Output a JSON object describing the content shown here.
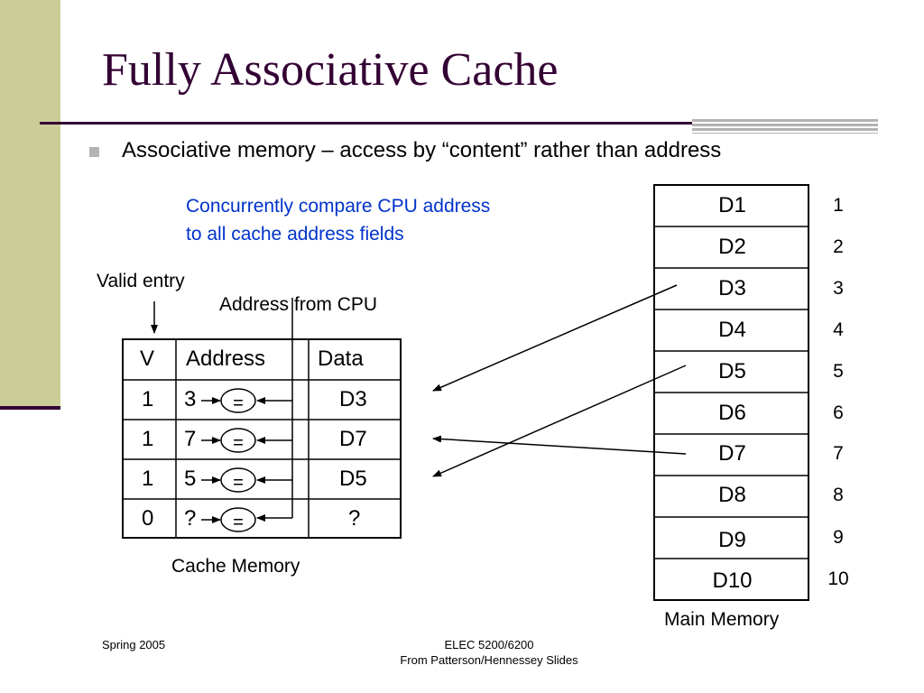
{
  "slide": {
    "title": "Fully Associative Cache",
    "bullet": "Associative memory – access by “content” rather than address",
    "note_lines": [
      "Concurrently compare CPU address",
      "to all cache address fields"
    ]
  },
  "labels": {
    "valid_entry": "Valid entry",
    "address_from_cpu": "Address from CPU",
    "cache_memory": "Cache Memory",
    "main_memory": "Main Memory"
  },
  "cache_table": {
    "headers": [
      "V",
      "Address",
      "Data"
    ],
    "compare_symbol": "=",
    "rows": [
      {
        "v": "1",
        "address": "3",
        "data": "D3"
      },
      {
        "v": "1",
        "address": "7",
        "data": "D7"
      },
      {
        "v": "1",
        "address": "5",
        "data": "D5"
      },
      {
        "v": "0",
        "address": "?",
        "data": "?"
      }
    ]
  },
  "main_memory": {
    "cells": [
      "D1",
      "D2",
      "D3",
      "D4",
      "D5",
      "D6",
      "D7",
      "D8",
      "D9",
      "D10"
    ],
    "indices": [
      "1",
      "2",
      "3",
      "4",
      "5",
      "6",
      "7",
      "8",
      "9",
      "10"
    ]
  },
  "footer": {
    "left": "Spring 2005",
    "center_lines": [
      "ELEC 5200/6200",
      "From Patterson/Hennessey Slides"
    ]
  },
  "colors": {
    "title": "#330033",
    "sidebar": "#cccc99",
    "note": "#0033cc"
  }
}
